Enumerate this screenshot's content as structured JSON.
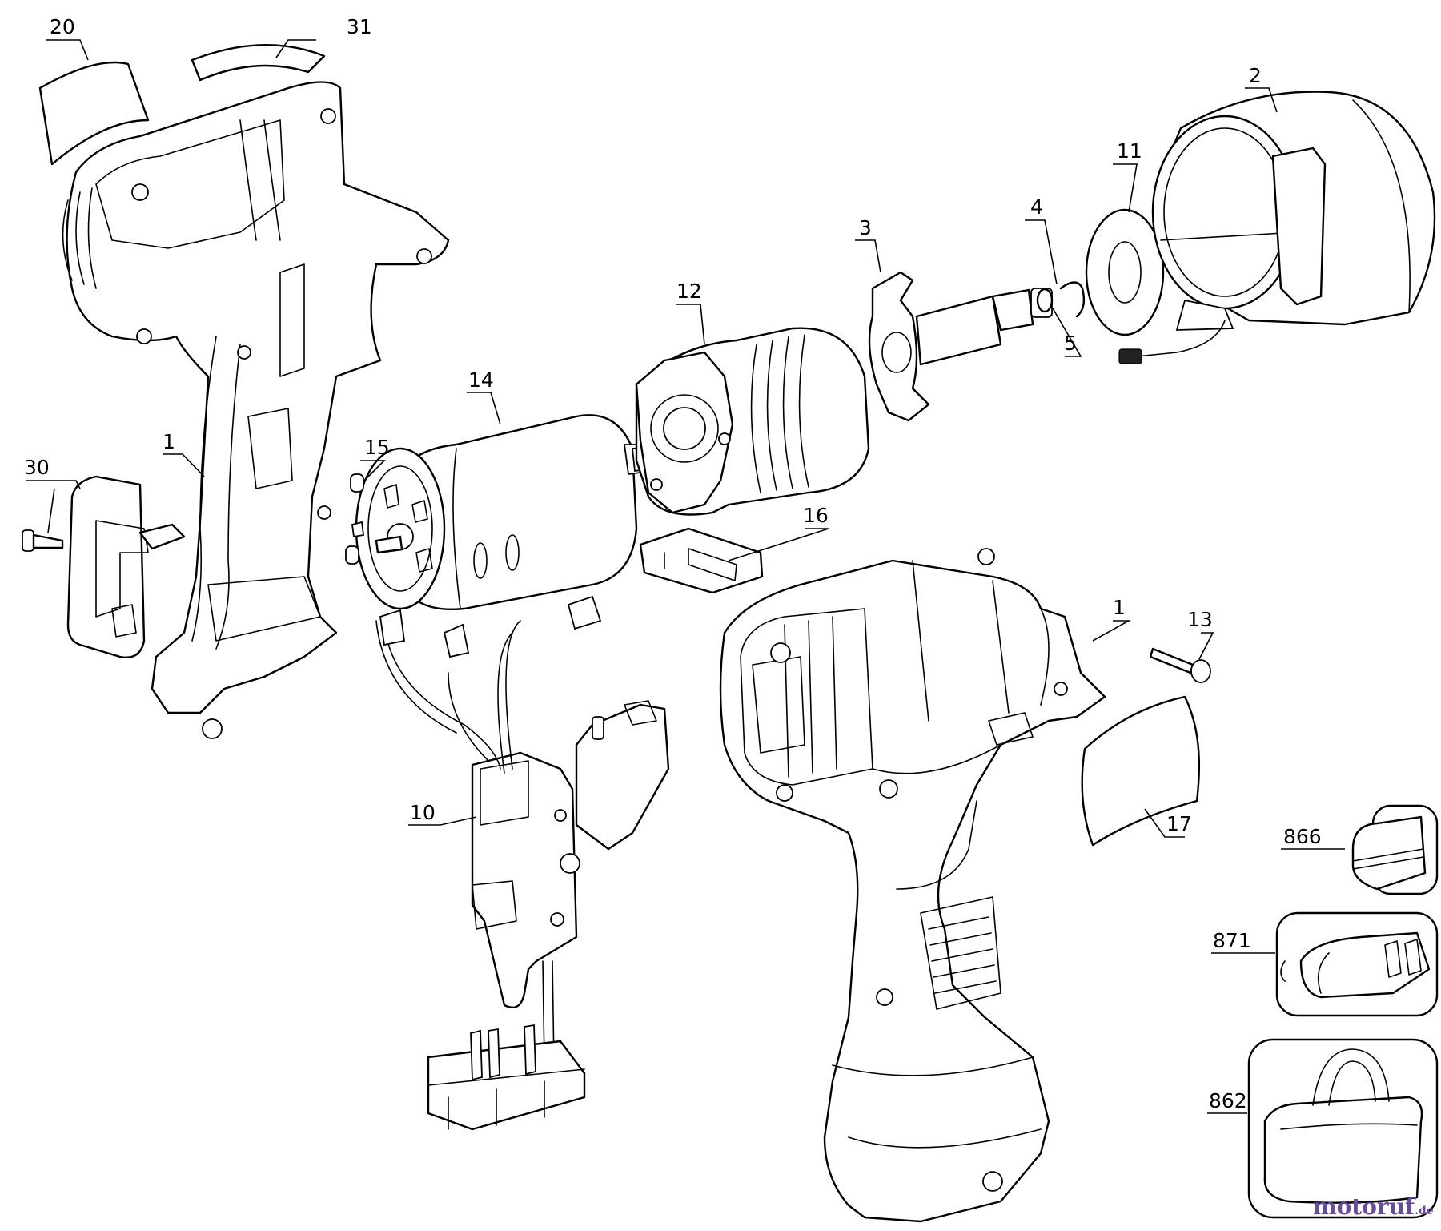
{
  "callouts": {
    "c20": "20",
    "c31": "31",
    "c2": "2",
    "c11": "11",
    "c4": "4",
    "c3": "3",
    "c5": "5",
    "c12": "12",
    "c14": "14",
    "c15": "15",
    "c1a": "1",
    "c30": "30",
    "c16": "16",
    "c1b": "1",
    "c13": "13",
    "c10": "10",
    "c17": "17",
    "c866": "866",
    "c871": "871",
    "c862": "862"
  },
  "watermark": {
    "brand": "motoruf",
    "suffix": ".de"
  },
  "colors": {
    "line": "#000000",
    "background": "#ffffff",
    "watermark": "#6a4b9a"
  }
}
